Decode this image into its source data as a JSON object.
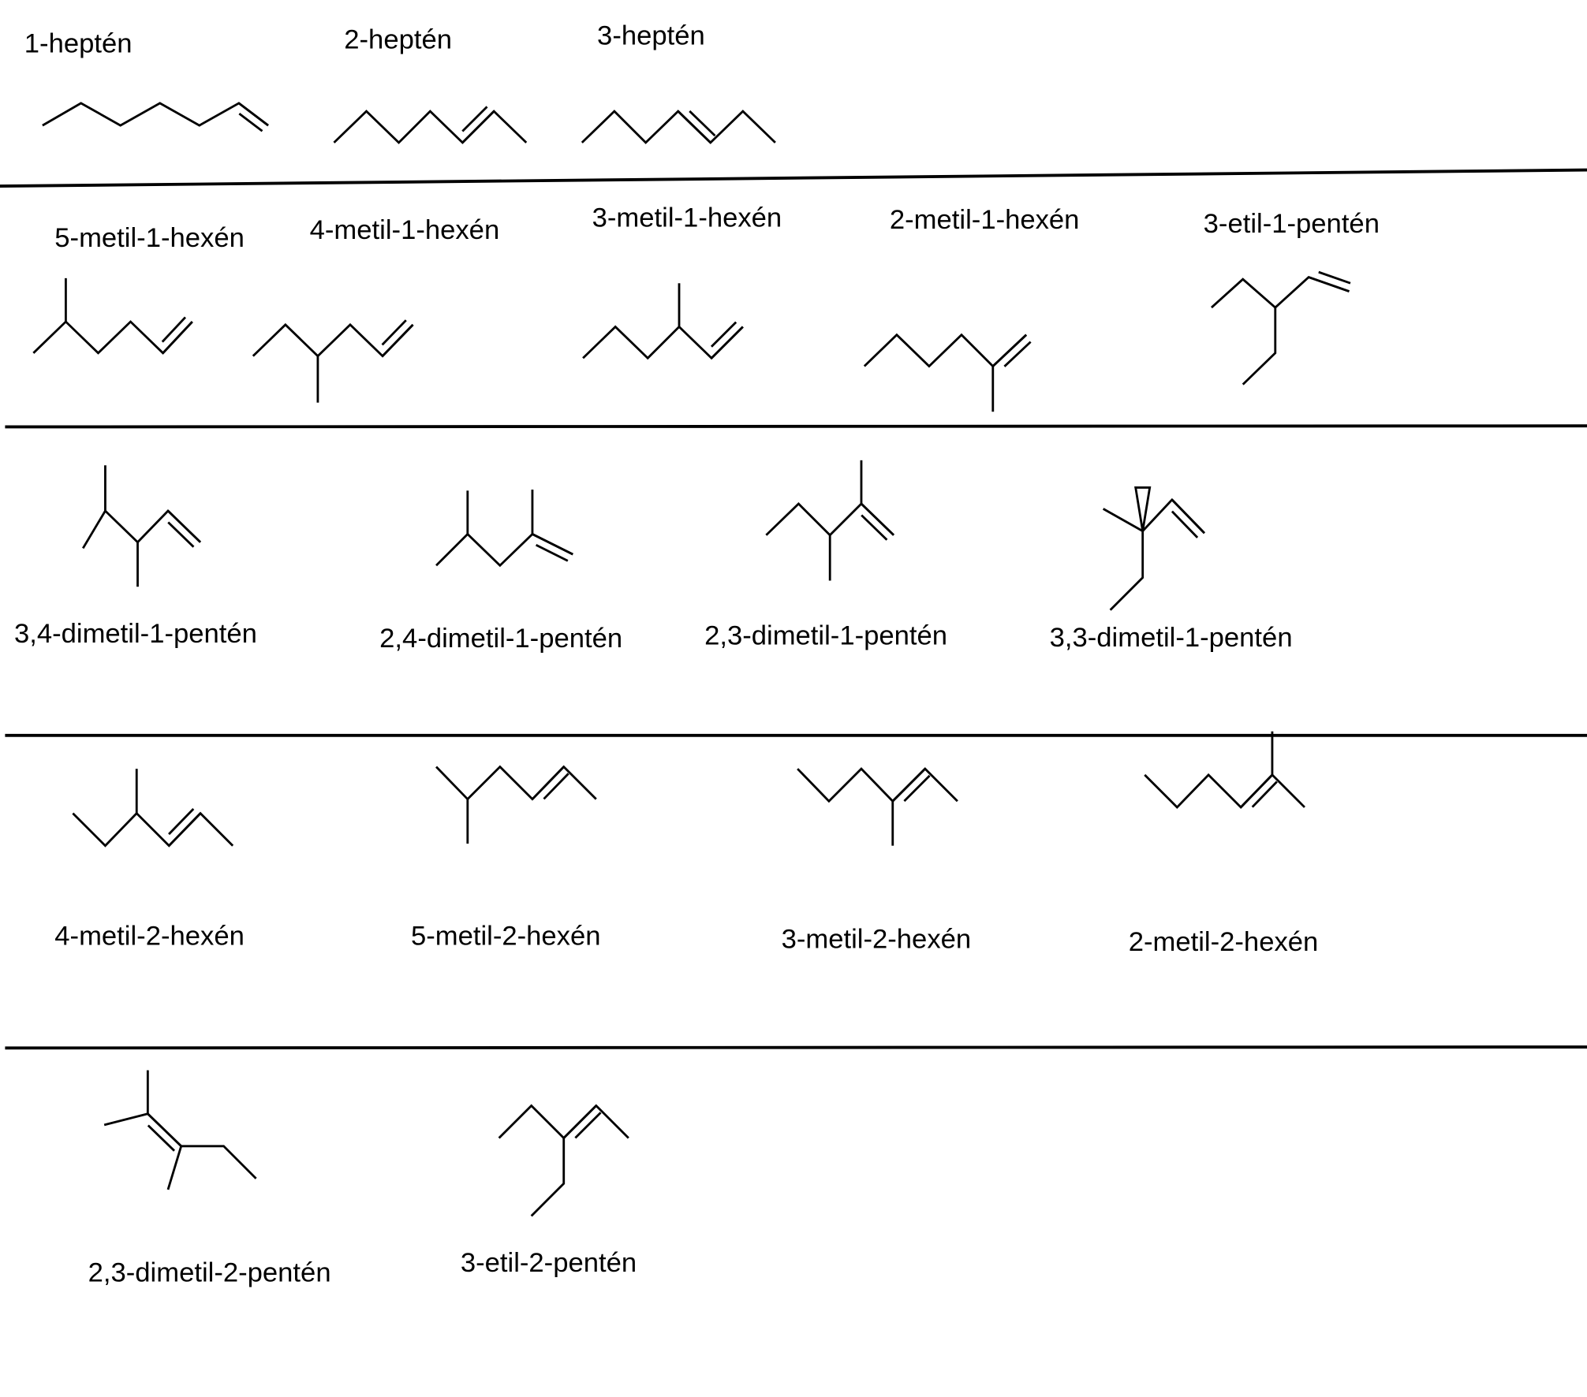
{
  "labels": {
    "hept1": "1-heptén",
    "hept2": "2-heptén",
    "hept3": "3-heptén",
    "m5hex1": "5-metil-1-hexén",
    "m4hex1": "4-metil-1-hexén",
    "m3hex1": "3-metil-1-hexén",
    "m2hex1": "2-metil-1-hexén",
    "et3pent1": "3-etil-1-pentén",
    "dm34pent1": "3,4-dimetil-1-pentén",
    "dm24pent1": "2,4-dimetil-1-pentén",
    "dm23pent1": "2,3-dimetil-1-pentén",
    "dm33pent1": "3,3-dimetil-1-pentén",
    "m4hex2": "4-metil-2-hexén",
    "m5hex2": "5-metil-2-hexén",
    "m3hex2": "3-metil-2-hexén",
    "m2hex2": "2-metil-2-hexén",
    "dm23pent2": "2,3-dimetil-2-pentén",
    "et3pent2": "3-etil-2-pentén"
  }
}
